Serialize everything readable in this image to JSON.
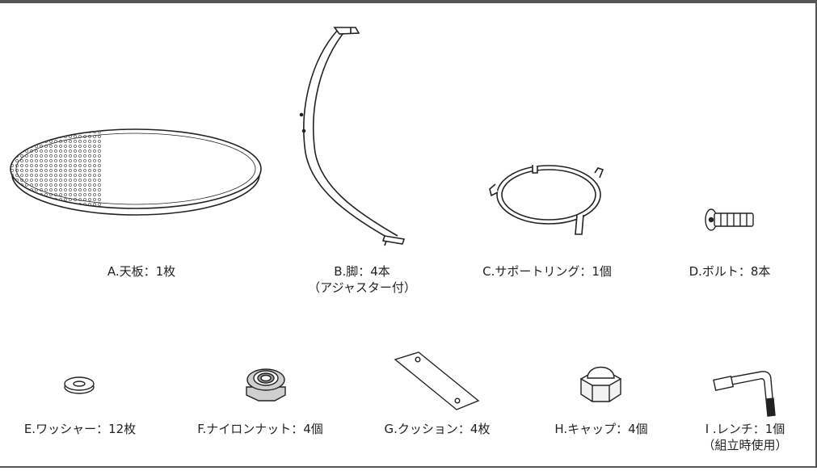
{
  "parts": [
    {
      "id": "A",
      "label": "A.天板：1枚",
      "icon": "tabletop-icon"
    },
    {
      "id": "B",
      "label": "B.脚：4本",
      "sub": "（アジャスター付）",
      "icon": "leg-icon"
    },
    {
      "id": "C",
      "label": "C.サポートリング：1個",
      "icon": "support-ring-icon"
    },
    {
      "id": "D",
      "label": "D.ボルト：8本",
      "icon": "bolt-icon"
    },
    {
      "id": "E",
      "label": "E.ワッシャー：12枚",
      "icon": "washer-icon"
    },
    {
      "id": "F",
      "label": "F.ナイロンナット：4個",
      "icon": "nylon-nut-icon"
    },
    {
      "id": "G",
      "label": "G.クッション：4枚",
      "icon": "cushion-icon"
    },
    {
      "id": "H",
      "label": "H.キャップ：4個",
      "icon": "cap-icon"
    },
    {
      "id": "I",
      "label": "I .レンチ：1個",
      "sub": "（組立時使用）",
      "icon": "wrench-icon"
    }
  ]
}
